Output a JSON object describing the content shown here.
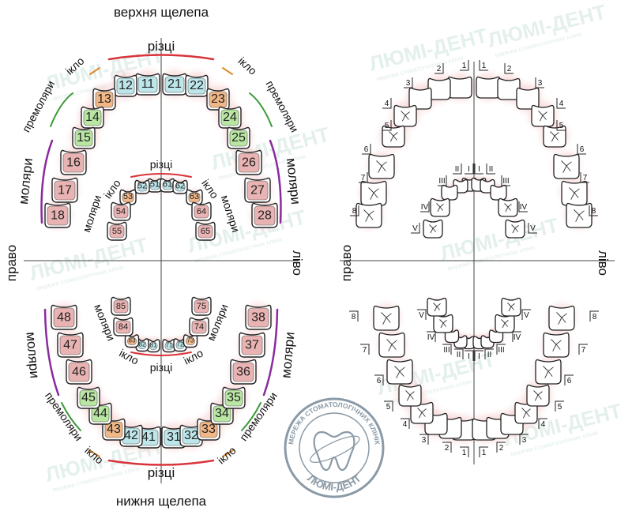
{
  "colors": {
    "incisor": "#bde6ea",
    "canine": "#f1b787",
    "premolar": "#b9e6a2",
    "molar": "#e9b3b3",
    "arc_incisor": "#d9343b",
    "arc_canine": "#e08a2a",
    "arc_premolar": "#3d9a3a",
    "arc_molar": "#8a2a9f",
    "glow": "#f2a8a8"
  },
  "labels": {
    "upper_jaw": "верхня щелепа",
    "lower_jaw": "нижня щелепа",
    "incisors": "різці",
    "canine": "ікло",
    "premolars": "премоляри",
    "molars": "моляри",
    "right": "право",
    "left": "ліво"
  },
  "watermark": {
    "brand": "ЛЮМІ-ДЕНТ",
    "tagline": "мережа стоматологічних клінік"
  },
  "stamp": {
    "top": "МЕРЕЖА СТОМАТОЛОГІЧНИХ КЛІНІК",
    "bottom": "ЛЮМІ-ДЕНТ"
  },
  "teeth": {
    "upper_right": [
      "11",
      "12",
      "13",
      "14",
      "15",
      "16",
      "17",
      "18"
    ],
    "upper_left": [
      "21",
      "22",
      "23",
      "24",
      "25",
      "26",
      "27",
      "28"
    ],
    "lower_left": [
      "31",
      "32",
      "33",
      "34",
      "35",
      "36",
      "37",
      "38"
    ],
    "lower_right": [
      "41",
      "42",
      "43",
      "44",
      "45",
      "46",
      "47",
      "48"
    ],
    "primary_upper_right": [
      "51",
      "52",
      "53",
      "54",
      "55"
    ],
    "primary_upper_left": [
      "61",
      "62",
      "63",
      "64",
      "65"
    ],
    "primary_lower_left": [
      "71",
      "72",
      "73",
      "74",
      "75"
    ],
    "primary_lower_right": [
      "81",
      "82",
      "83",
      "84",
      "85"
    ]
  },
  "palmer": {
    "permanent": [
      "1",
      "2",
      "3",
      "4",
      "5",
      "6",
      "7",
      "8"
    ],
    "primary": [
      "I",
      "II",
      "III",
      "IV",
      "V"
    ]
  }
}
